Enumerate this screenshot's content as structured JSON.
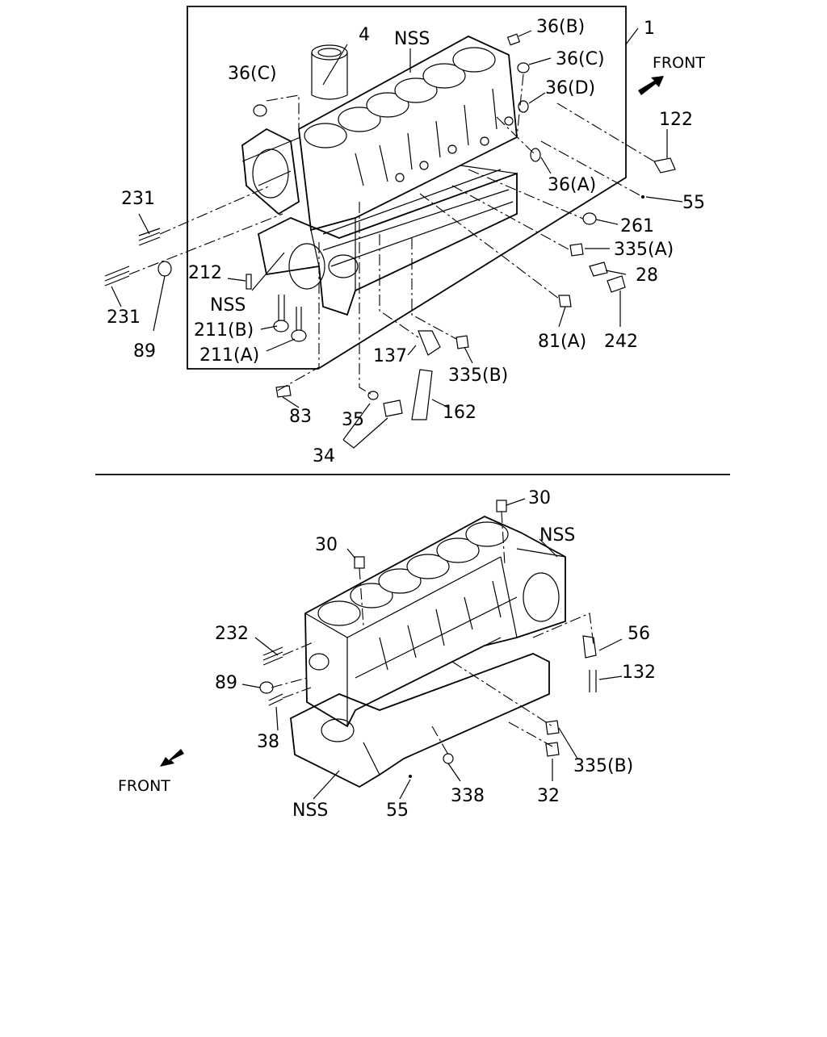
{
  "top": {
    "front_label": "FRONT",
    "callouts": {
      "c1": "1",
      "c4": "4",
      "nss_a": "NSS",
      "c36b": "36(B)",
      "c36c_r": "36(C)",
      "c36c_l": "36(C)",
      "c36d": "36(D)",
      "c122": "122",
      "c36a": "36(A)",
      "c55": "55",
      "c261": "261",
      "c231_a": "231",
      "c231_b": "231",
      "c212": "212",
      "nss_b": "NSS",
      "c89": "89",
      "c211b": "211(B)",
      "c211a": "211(A)",
      "c335a": "335(A)",
      "c28": "28",
      "c81a": "81(A)",
      "c242": "242",
      "c137": "137",
      "c335b": "335(B)",
      "c162": "162",
      "c83": "83",
      "c35": "35",
      "c34": "34"
    }
  },
  "bottom": {
    "front_label": "FRONT",
    "callouts": {
      "c30_a": "30",
      "c30_b": "30",
      "nss_a": "NSS",
      "c232": "232",
      "c56": "56",
      "c132": "132",
      "c89": "89",
      "c38": "38",
      "c335b": "335(B)",
      "c338": "338",
      "c32": "32",
      "nss_b": "NSS",
      "c55": "55"
    }
  }
}
